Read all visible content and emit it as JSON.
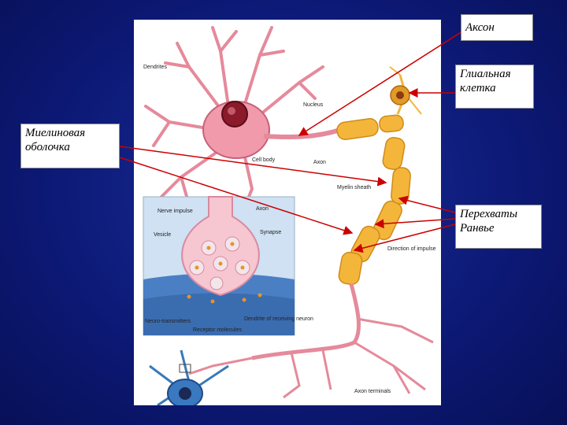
{
  "labels": {
    "axon": "Аксон",
    "glial_cell": "Глиальная клетка",
    "myelin_sheath": "Миелиновая оболочка",
    "nodes_of_ranvier": "Перехваты Ранвье"
  },
  "figure_labels": {
    "dendrites": "Dendrites",
    "nucleus": "Nucleus",
    "cell_body": "Cell body",
    "axon": "Axon",
    "myelin_sheath": "Myelin sheath",
    "nerve_impulse": "Nerve impulse",
    "axon_inset": "Axon",
    "vesicle": "Vesicle",
    "synapse": "Synapse",
    "neurotransmitters": "Neuro-transmitters",
    "dendrite_receiving": "Dendrite of receiving neuron",
    "receptor_molecules": "Receptor molecules",
    "direction_impulse": "Direction of impulse",
    "axon_terminals": "Axon terminals"
  },
  "colors": {
    "background": "#0d1a78",
    "arrow": "#cc0000",
    "neuron_body": "#e8899a",
    "myelin": "#f3b63a",
    "nucleus": "#8b1a2a"
  }
}
